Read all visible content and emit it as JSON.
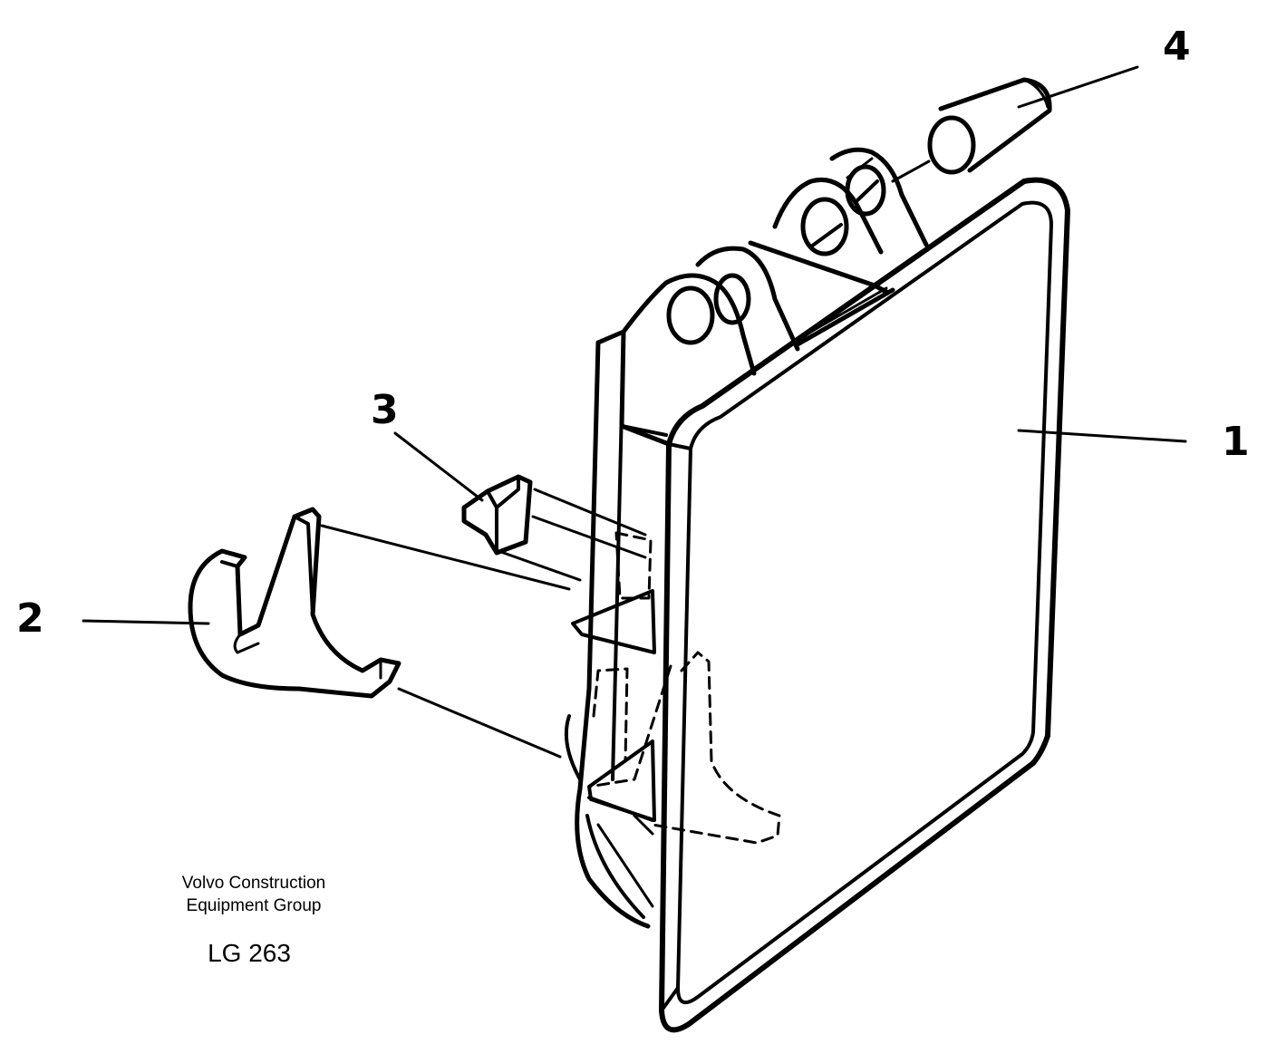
{
  "callouts": [
    {
      "id": "1",
      "label": "1"
    },
    {
      "id": "2",
      "label": "2"
    },
    {
      "id": "3",
      "label": "3"
    },
    {
      "id": "4",
      "label": "4"
    }
  ],
  "footer": {
    "company_line1": "Volvo Construction",
    "company_line2": "Equipment Group",
    "drawing_code": "LG 263"
  }
}
